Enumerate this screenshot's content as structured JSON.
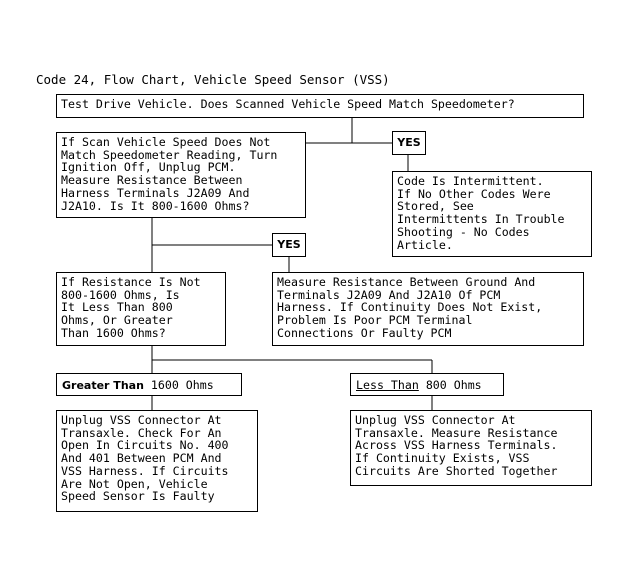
{
  "title": "Code 24, Flow Chart, Vehicle Speed Sensor (VSS)",
  "boxes": {
    "test_drive": "Test Drive Vehicle. Does Scanned Vehicle Speed Match Speedometer?",
    "measure_harness": "If Scan Vehicle Speed Does Not\nMatch Speedometer Reading, Turn\nIgnition Off, Unplug PCM.\nMeasure Resistance Between\nHarness Terminals J2A09 And\nJ2A10. Is It 800-1600 Ohms?",
    "intermittent": "Code Is Intermittent.\nIf No Other Codes Were\nStored, See\nIntermittents In Trouble\nShooting - No Codes\nArticle.",
    "resistance_range": "If Resistance Is Not\n800-1600 Ohms, Is\nIt Less Than 800\nOhms, Or Greater\nThan 1600 Ohms?",
    "ground_check": "Measure Resistance Between Ground And\nTerminals J2A09 And J2A10 Of PCM\nHarness. If Continuity Does Not Exist,\nProblem Is Poor PCM Terminal\nConnections Or Faulty PCM",
    "open_circuit": "Unplug VSS Connector At\nTransaxle. Check For An\nOpen In Circuits No. 400\nAnd 401 Between PCM And\nVSS Harness. If Circuits\nAre Not Open, Vehicle\nSpeed Sensor Is Faulty",
    "shorted_circuit": "Unplug VSS Connector At\nTransaxle. Measure Resistance\nAcross VSS Harness Terminals.\nIf Continuity Exists, VSS\nCircuits Are Shorted Together"
  },
  "tags": {
    "yes_1": "YES",
    "yes_2": "YES"
  },
  "branches": {
    "greater_label": "Greater Than",
    "greater_value": "1600 Ohms",
    "less_label": "Less Than",
    "less_value": "800 Ohms"
  }
}
